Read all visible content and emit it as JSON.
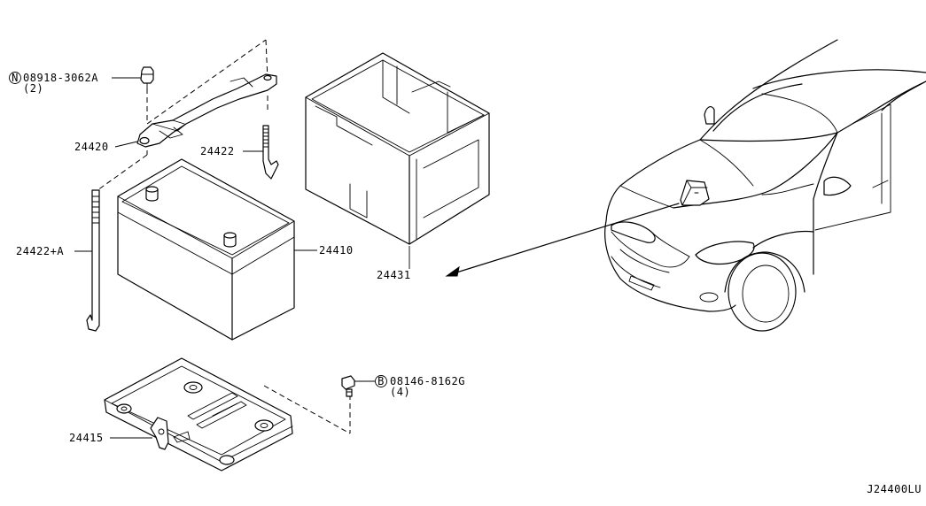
{
  "parts": {
    "nut": {
      "code": "08918-3062A",
      "qty": "(2)",
      "prefix": "N"
    },
    "bolt": {
      "code": "08146-8162G",
      "qty": "(4)",
      "prefix": "B"
    },
    "frame": "24420",
    "rod": "24422",
    "rod_a": "24422+A",
    "battery": "24410",
    "box": "24431",
    "tray": "24415"
  },
  "diagram_id": "J24400LU"
}
